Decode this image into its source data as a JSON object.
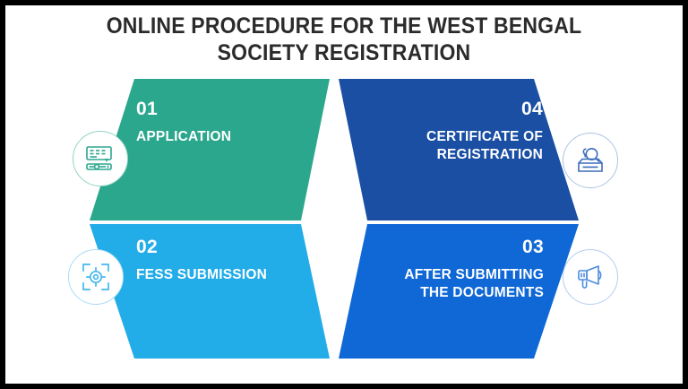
{
  "title": {
    "line1": "ONLINE PROCEDURE FOR THE WEST BENGAL",
    "line2": "SOCIETY REGISTRATION"
  },
  "colors": {
    "green": "#2BA78D",
    "dark_blue": "#1A4FA3",
    "light_blue": "#22ACE8",
    "medium_blue": "#0F68D6",
    "title_text": "#2B2B2B",
    "panel_text": "#FFFFFF",
    "canvas": "#FFFFFF",
    "frame": "#000000"
  },
  "steps": [
    {
      "number": "01",
      "label": "APPLICATION",
      "color": "#2BA78D",
      "icon": "form-keyboard-icon",
      "position": "top-left"
    },
    {
      "number": "02",
      "label": "FESS SUBMISSION",
      "color": "#22ACE8",
      "icon": "target-scan-icon",
      "position": "bottom-left"
    },
    {
      "number": "03",
      "label": "AFTER SUBMITTING THE DOCUMENTS",
      "label_line1": "AFTER SUBMITTING",
      "label_line2": "THE DOCUMENTS",
      "color": "#0F68D6",
      "icon": "megaphone-icon",
      "position": "bottom-right"
    },
    {
      "number": "04",
      "label": "CERTIFICATE OF REGISTRATION",
      "label_line1": "CERTIFICATE OF",
      "label_line2": "REGISTRATION",
      "color": "#1A4FA3",
      "icon": "stamp-search-tray-icon",
      "position": "top-right"
    }
  ]
}
